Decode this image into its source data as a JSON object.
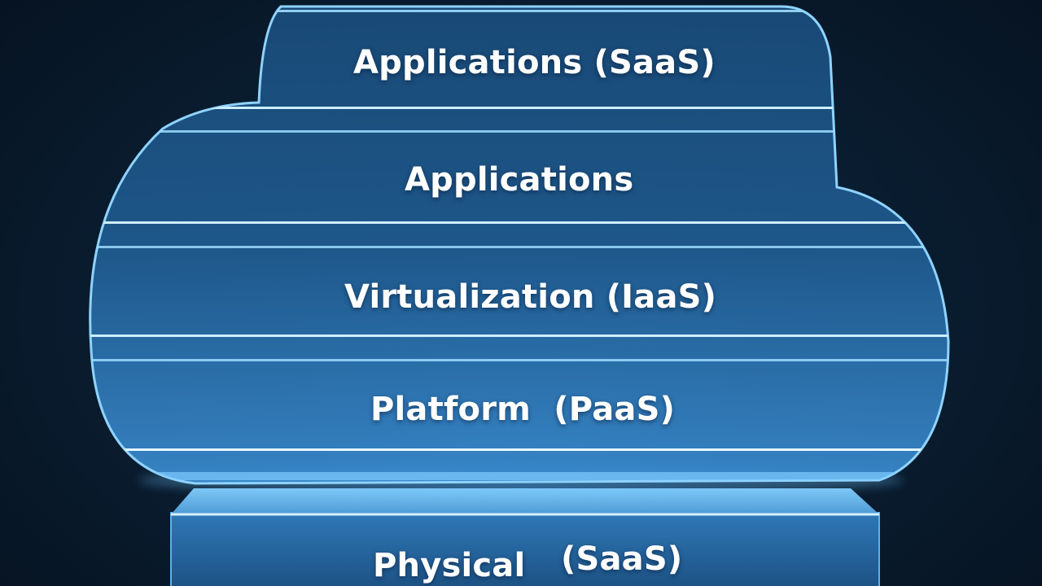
{
  "diagram": {
    "layers": [
      {
        "id": "layer-1",
        "label": "Applications (SaaS)"
      },
      {
        "id": "layer-2",
        "label": "Applications"
      },
      {
        "id": "layer-3",
        "label": "Virtualization (IaaS)"
      },
      {
        "id": "layer-4",
        "label": "Platform  (PaaS)"
      }
    ],
    "base": {
      "label_left": "Physical",
      "label_right": "(SaaS)"
    },
    "colors": {
      "background": "#07131f",
      "cloud_fill": "#1f5d93",
      "cloud_edge": "#8fd3ff",
      "band_line": "#bfe9ff",
      "text": "#ffffff"
    }
  }
}
